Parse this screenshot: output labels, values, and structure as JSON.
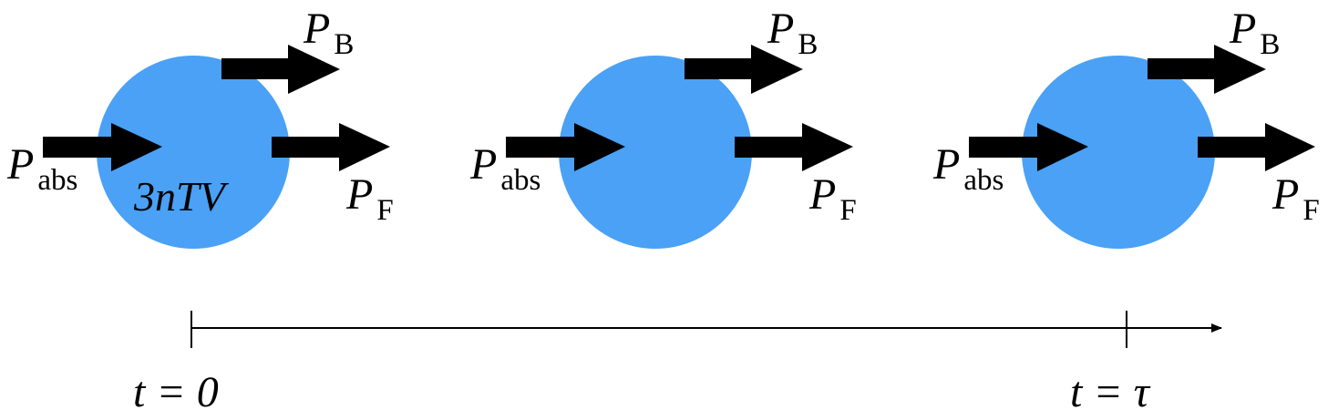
{
  "colors": {
    "sphere": "#4aa1f5",
    "arrow": "#000000",
    "axis": "#000000",
    "background": "#ffffff"
  },
  "labels": {
    "absorbed": {
      "symbol": "P",
      "subscript": "abs"
    },
    "backward": {
      "symbol": "P",
      "subscript": "B"
    },
    "forward": {
      "symbol": "P",
      "subscript": "F"
    },
    "energy": "3nTV"
  },
  "timeline": {
    "start_label": "t = 0",
    "end_label": "t = τ"
  }
}
